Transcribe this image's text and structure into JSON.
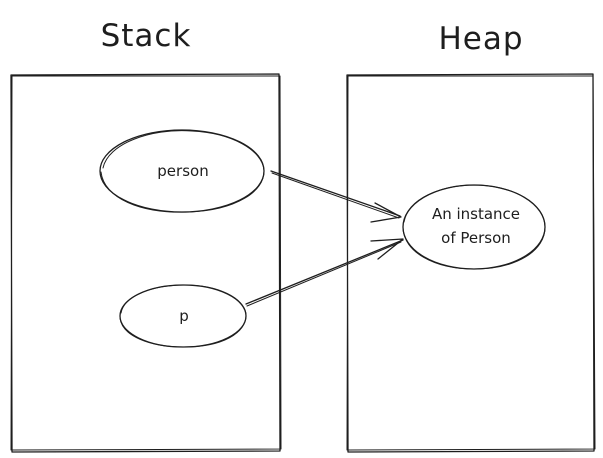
{
  "stack": {
    "title": "Stack",
    "variables": [
      "person",
      "p"
    ]
  },
  "heap": {
    "title": "Heap",
    "object_lines": [
      "An instance",
      "of Person"
    ]
  }
}
